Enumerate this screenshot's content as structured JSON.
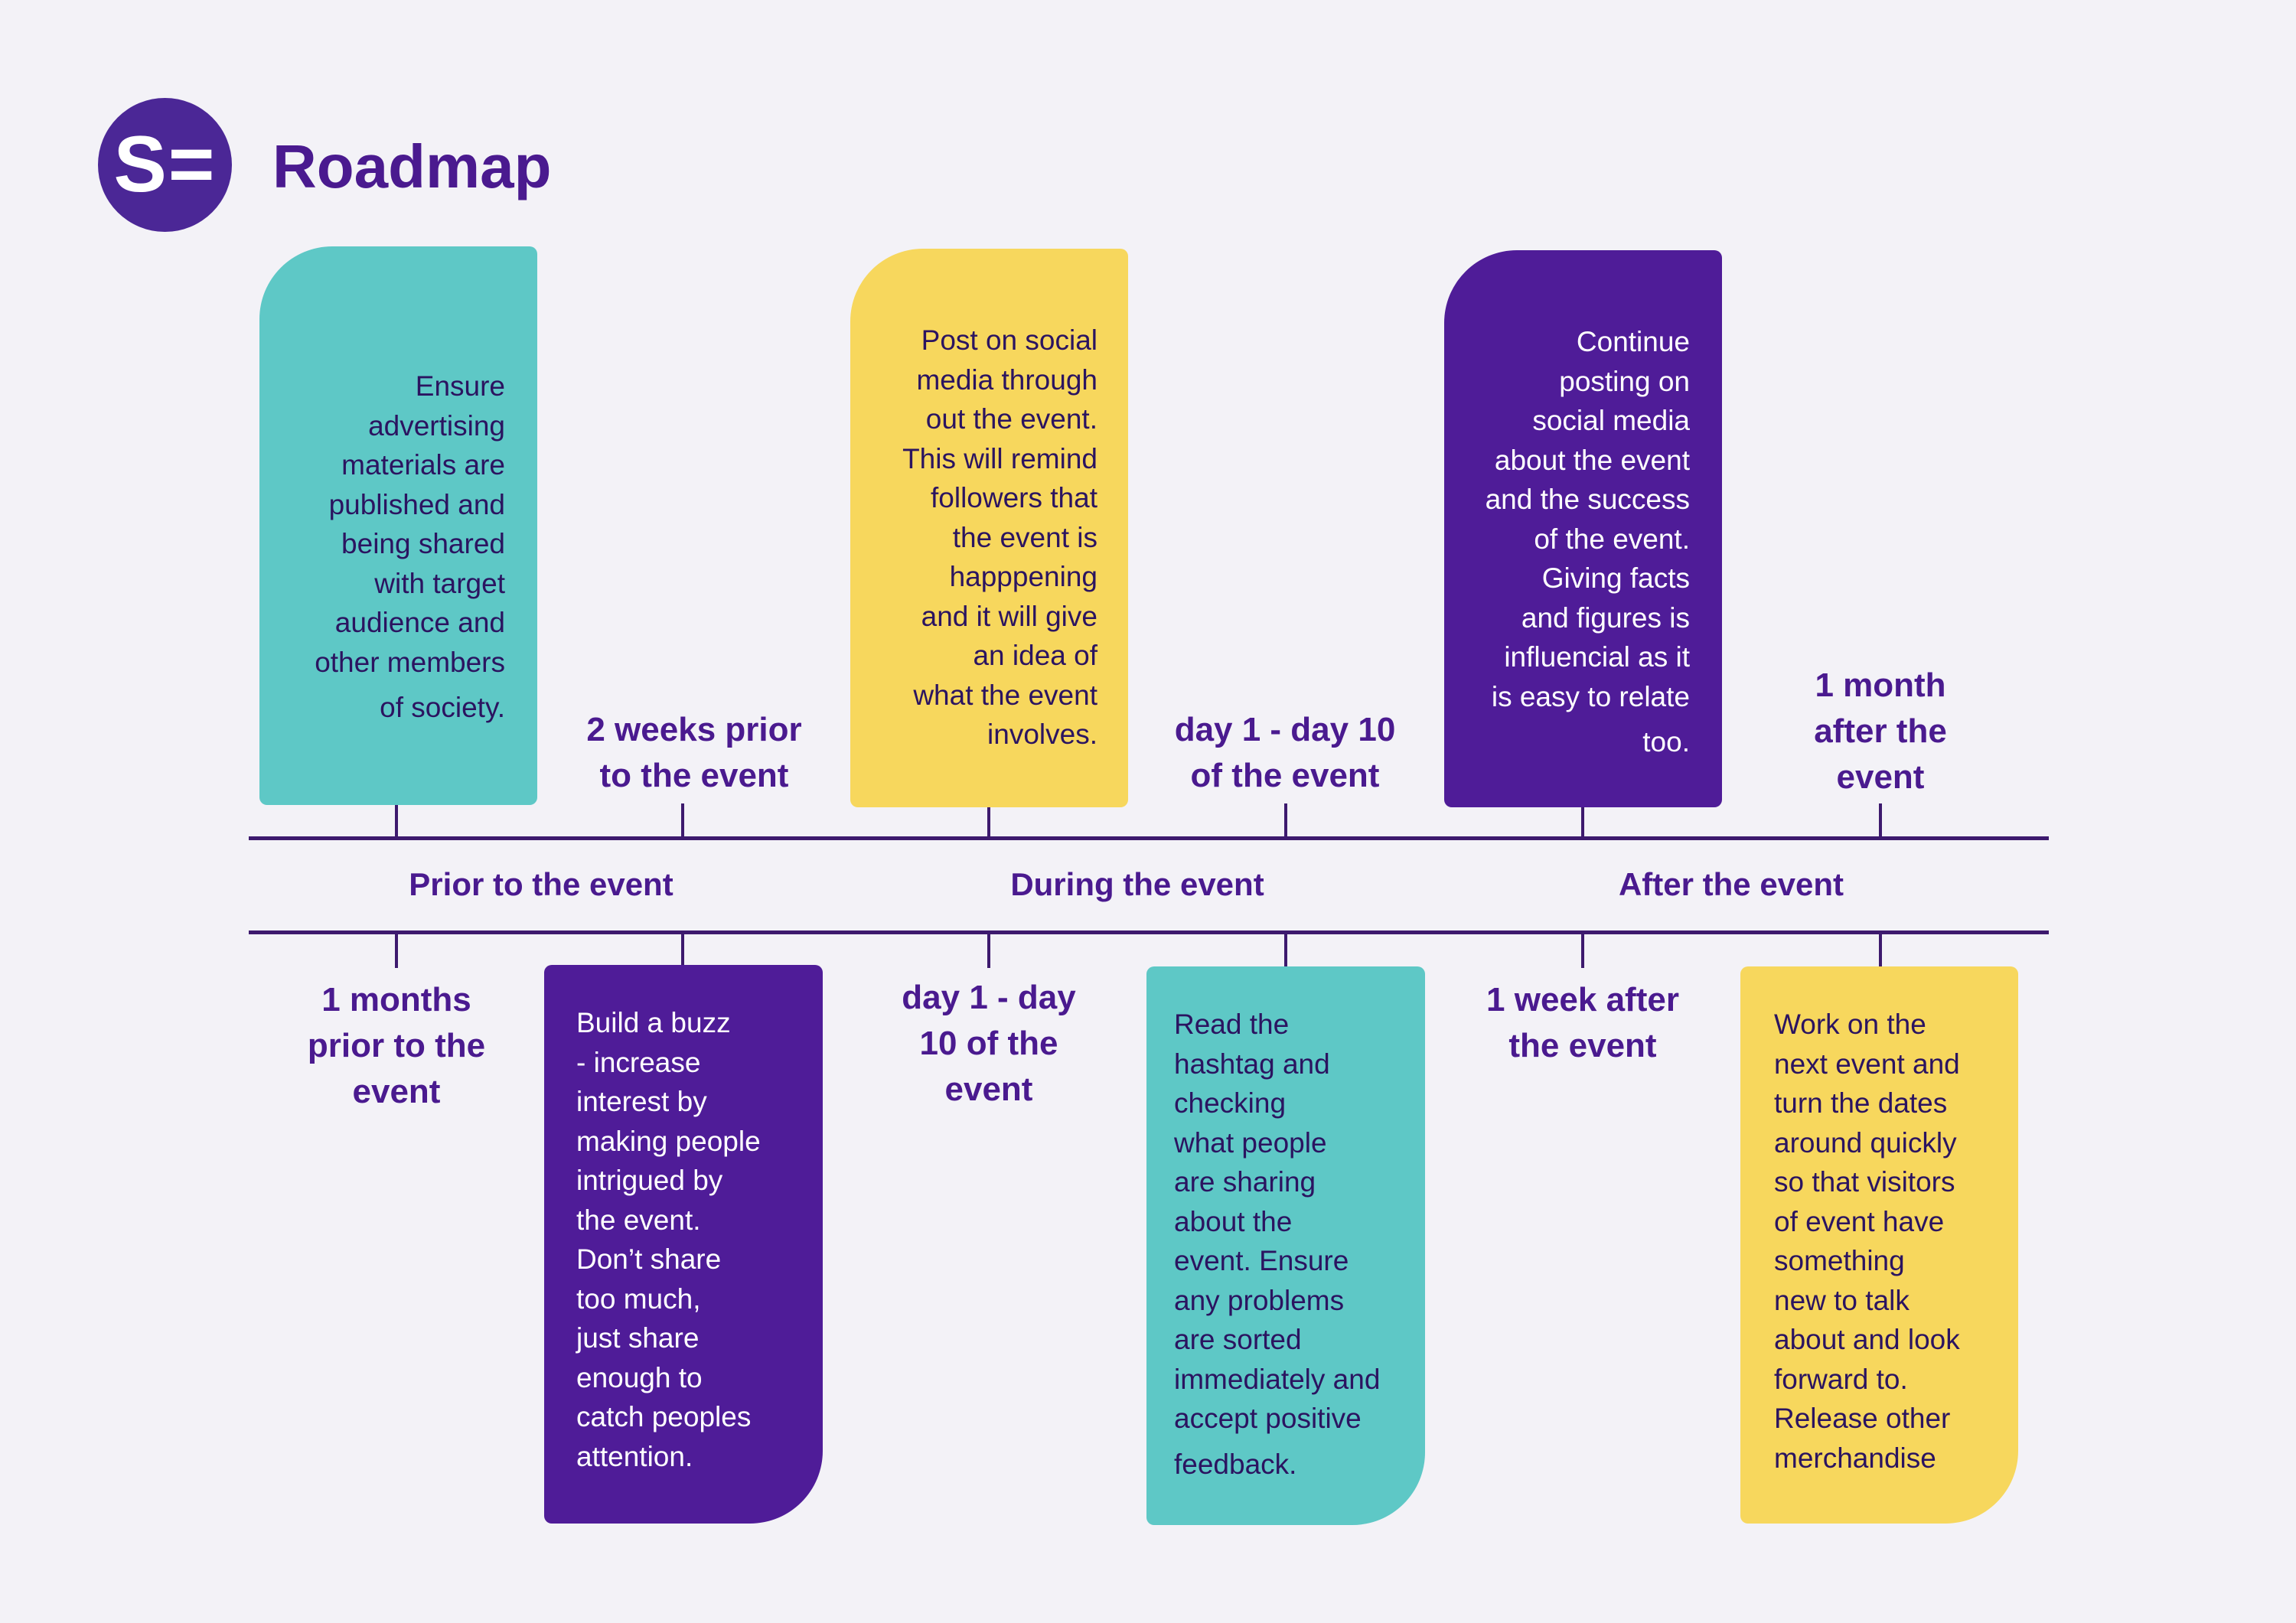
{
  "header": {
    "logo_text": "S=",
    "title": "Roadmap"
  },
  "colors": {
    "teal": "#5ec8c6",
    "yellow": "#f7d75d",
    "purple": "#4f1c98",
    "text": "#4a1a8f",
    "line": "#3d1a6e"
  },
  "phases": [
    "Prior to the event",
    "During the event",
    "After the event"
  ],
  "upper": {
    "card1": [
      "Ensure",
      "advertising",
      "materials are",
      "published and",
      "being shared",
      "with target",
      "audience and",
      "other members",
      "of society."
    ],
    "label2": [
      "2 weeks prior",
      "to the event"
    ],
    "card3": [
      "Post on social",
      "media through",
      "out the event.",
      "This will remind",
      "followers that",
      "the event is",
      "happpening",
      "and it will give",
      "an idea of",
      "what the event",
      "involves."
    ],
    "label4": [
      "day 1 - day 10",
      "of the event"
    ],
    "card5": [
      "Continue",
      "posting on",
      "social media",
      "about the event",
      "and the success",
      "of the event.",
      "Giving facts",
      "and figures is",
      "influencial as it",
      "is easy to relate",
      "too."
    ],
    "label6": [
      "1 month",
      "after the",
      "event"
    ]
  },
  "lower": {
    "label1": [
      "1 months",
      "prior to the",
      "event"
    ],
    "card2": [
      "Build a buzz",
      "- increase",
      "interest by",
      "making people",
      "intrigued by",
      "the event.",
      "Don’t share",
      "too much,",
      "just share",
      "enough to",
      "catch peoples",
      "attention."
    ],
    "label3": [
      "day 1 - day",
      "10 of the",
      "event"
    ],
    "card4": [
      "Read the",
      "hashtag and",
      "checking",
      "what people",
      "are sharing",
      "about the",
      "event. Ensure",
      "any problems",
      "are sorted",
      "immediately and",
      "accept positive",
      "feedback."
    ],
    "label5": [
      "1 week after",
      "the event"
    ],
    "card6": [
      "Work on the",
      "next event and",
      "turn the dates",
      "around quickly",
      "so that visitors",
      "of event have",
      "something",
      "new to talk",
      "about and look",
      "forward to.",
      "Release other",
      "merchandise"
    ]
  }
}
